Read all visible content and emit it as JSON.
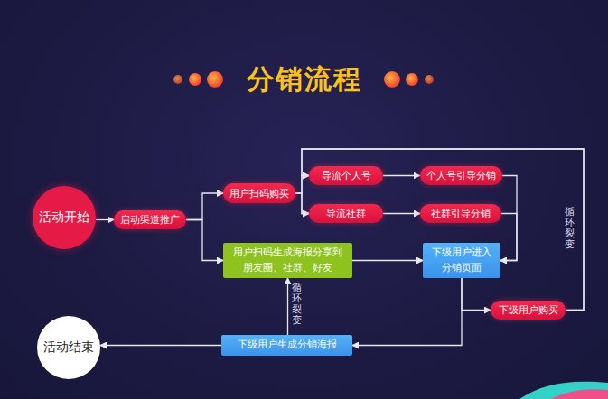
{
  "diagram": {
    "title": "分销流程",
    "nodes": [
      {
        "text": [
          "活动开始"
        ]
      },
      {
        "text": [
          "启动渠道推广"
        ]
      },
      {
        "text": [
          "用户扫码购买"
        ]
      },
      {
        "text": [
          "导流个人号"
        ]
      },
      {
        "text": [
          "个人号引导分销"
        ]
      },
      {
        "text": [
          "导流社群"
        ]
      },
      {
        "text": [
          "社群引导分销"
        ]
      },
      {
        "text": [
          "用户扫码生成海报分享到 朋友圈、社群、好友"
        ]
      },
      {
        "text": [
          "下级用户进入 分销页面"
        ]
      },
      {
        "text": [
          "下级用户购买"
        ]
      },
      {
        "text": [
          "下级用户生成分销海报"
        ]
      },
      {
        "text": [
          "活动结束"
        ]
      }
    ],
    "edges": [
      {
        "from": 0,
        "to": 1,
        "arrow": "to"
      },
      {
        "from": 1,
        "to": 2,
        "arrow": "to"
      },
      {
        "from": 1,
        "to": 7,
        "arrow": "to"
      },
      {
        "from": 2,
        "to": 3,
        "arrow": "to"
      },
      {
        "from": 2,
        "to": 5,
        "arrow": "to"
      },
      {
        "from": 3,
        "to": 4,
        "arrow": "to"
      },
      {
        "from": 5,
        "to": 6,
        "arrow": "to"
      },
      {
        "from": 4,
        "to": 8,
        "arrow": "to"
      },
      {
        "from": 6,
        "to": 8,
        "arrow": "to"
      },
      {
        "from": 7,
        "to": 8,
        "arrow": "to"
      },
      {
        "from": 8,
        "to": 9,
        "arrow": "to"
      },
      {
        "from": 8,
        "to": 10,
        "arrow": "to"
      },
      {
        "from": 10,
        "to": 7,
        "label": "循环裂变",
        "arrow": "to"
      },
      {
        "from": 10,
        "to": 11,
        "arrow": "to"
      },
      {
        "from": 9,
        "to": 3,
        "label": "循环裂变",
        "arrow": "to"
      },
      {
        "from": 9,
        "to": 5,
        "arrow": "to"
      }
    ]
  }
}
